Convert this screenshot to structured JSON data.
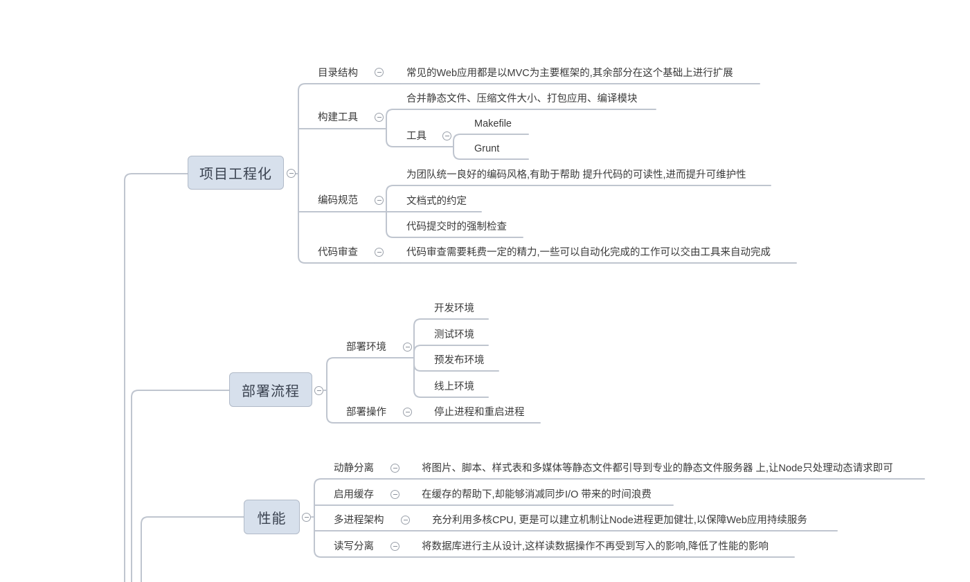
{
  "colors": {
    "line": "#bfc5cf",
    "main_fill": "#d7e0ec",
    "main_border": "#b1bac8"
  },
  "icons": {
    "collapse": "minus-circle-icon"
  },
  "topics": {
    "engineering": {
      "title": "项目工程化",
      "dir": {
        "label": "目录结构",
        "desc": "常见的Web应用都是以MVC为主要框架的,其余部分在这个基础上进行扩展"
      },
      "build": {
        "label": "构建工具",
        "desc": "合并静态文件、压缩文件大小、打包应用、编译模块",
        "tools": {
          "label": "工具",
          "items": [
            "Makefile",
            "Grunt"
          ]
        }
      },
      "coding": {
        "label": "编码规范",
        "items": [
          "为团队统一良好的编码风格,有助于帮助 提升代码的可读性,进而提升可维护性",
          "文档式的约定",
          "代码提交时的强制检查"
        ]
      },
      "review": {
        "label": "代码审查",
        "desc": "代码审查需要耗费一定的精力,一些可以自动化完成的工作可以交由工具来自动完成"
      }
    },
    "deploy": {
      "title": "部署流程",
      "env": {
        "label": "部署环境",
        "items": [
          "开发环境",
          "测试环境",
          "预发布环境",
          "线上环境"
        ]
      },
      "ops": {
        "label": "部署操作",
        "desc": "停止进程和重启进程"
      }
    },
    "perf": {
      "title": "性能",
      "static": {
        "label": "动静分离",
        "desc": "将图片、脚本、样式表和多媒体等静态文件都引导到专业的静态文件服务器 上,让Node只处理动态请求即可"
      },
      "cache": {
        "label": "启用缓存",
        "desc": "在缓存的帮助下,却能够消减同步I/O 带来的时间浪费"
      },
      "multiproc": {
        "label": "多进程架构",
        "desc": "充分利用多核CPU, 更是可以建立机制让Node进程更加健壮,以保障Web应用持续服务"
      },
      "rw": {
        "label": "读写分离",
        "desc": "将数据库进行主从设计,这样读数据操作不再受到写入的影响,降低了性能的影响"
      }
    }
  }
}
